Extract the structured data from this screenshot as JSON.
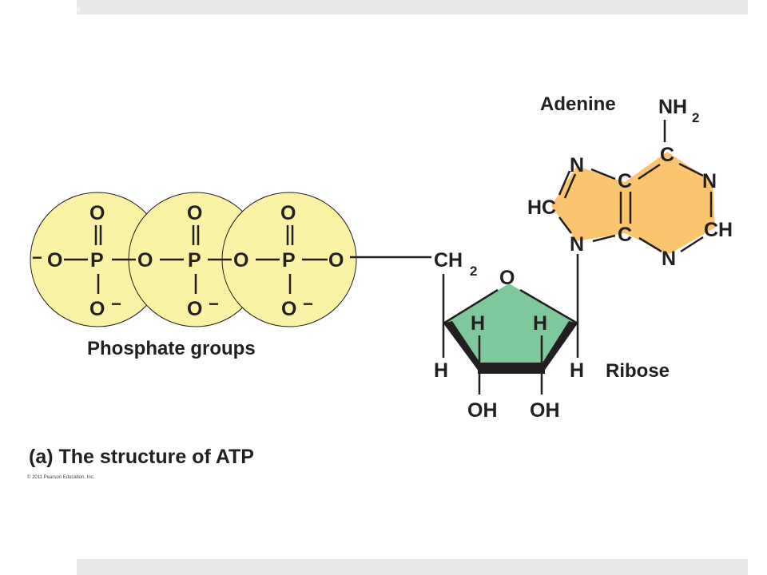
{
  "header_mark": "a",
  "labels": {
    "adenine": "Adenine",
    "phosphate_groups": "Phosphate groups",
    "ribose": "Ribose",
    "caption": "(a) The structure of ATP"
  },
  "atoms": {
    "o": "O",
    "p": "P",
    "o_minus": "O",
    "minus": "−",
    "ch2": "CH",
    "sub2": "2",
    "nh2": "NH",
    "c": "C",
    "n": "N",
    "hc": "HC",
    "ch": "CH",
    "h": "H",
    "oh": "OH"
  },
  "colors": {
    "phosphate_fill": "#faf3a5",
    "ribose_fill": "#7fc89b",
    "adenine_fill": "#fbc46e",
    "bond": "#231f20",
    "bar": "#e8e8e8"
  },
  "copyright": "© 2011 Pearson Education, Inc."
}
